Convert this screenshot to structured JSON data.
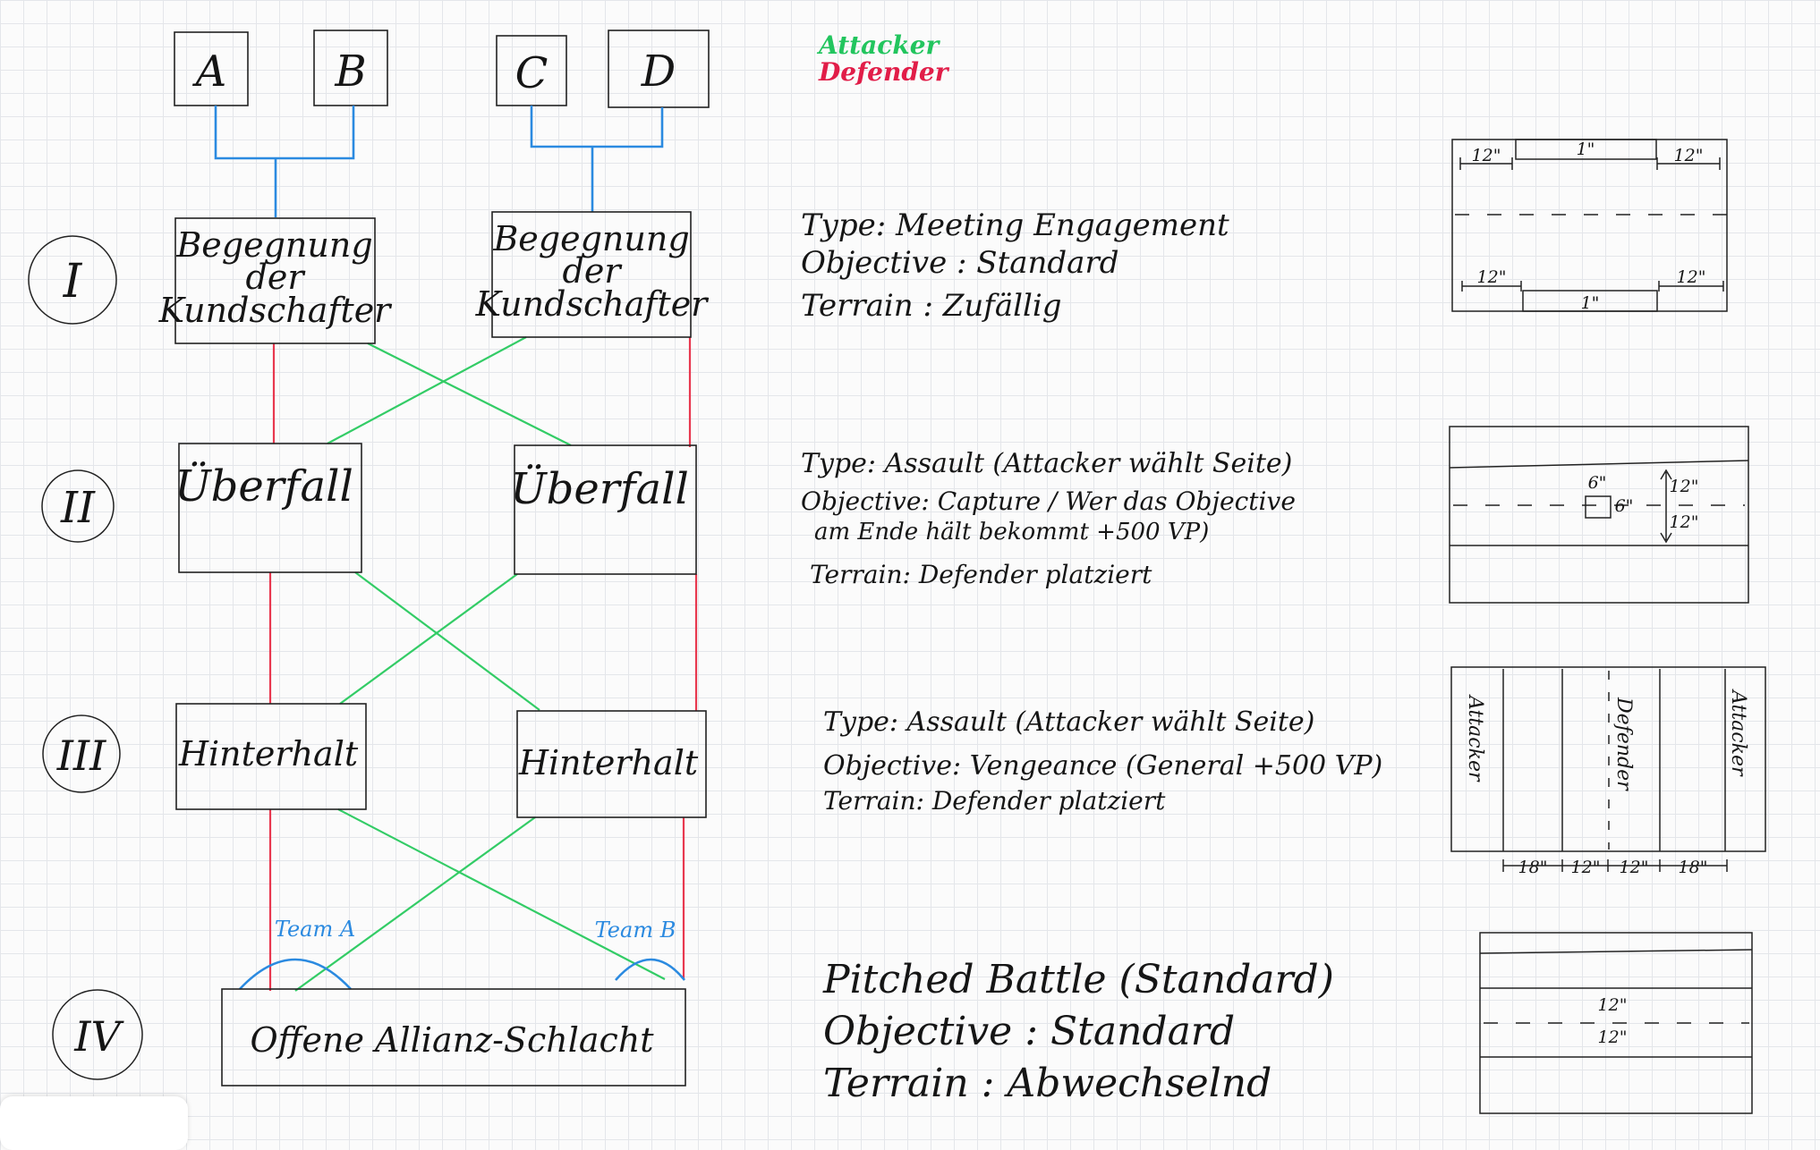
{
  "teams": [
    "A",
    "B",
    "C",
    "D"
  ],
  "legend": {
    "attacker": "Attacker",
    "defender": "Defender",
    "attacker_color": "#22c55e",
    "defender_color": "#e11d48"
  },
  "rounds": [
    {
      "numeral": "I",
      "left": [
        "Begegnung",
        "der",
        "Kundschafter"
      ],
      "right": [
        "Begegnung",
        "der",
        "Kundschafter"
      ],
      "notes": [
        "Type: Meeting Engagement",
        "Objective :  Standard",
        "Terrain : Zufällig"
      ]
    },
    {
      "numeral": "II",
      "left": [
        "Überfall"
      ],
      "right": [
        "Überfall"
      ],
      "notes": [
        "Type: Assault (Attacker wählt Seite)",
        "Objective: Capture / Wer das Objective",
        "am Ende hält bekommt  +500 VP)",
        "Terrain: Defender platziert"
      ]
    },
    {
      "numeral": "III",
      "left": [
        "Hinterhalt"
      ],
      "right": [
        "Hinterhalt"
      ],
      "notes": [
        "Type: Assault (Attacker wählt Seite)",
        "Objective: Vengeance (General +500 VP)",
        "Terrain: Defender platziert"
      ]
    },
    {
      "numeral": "IV",
      "final": "Offene Allianz-Schlacht",
      "notes": [
        "Pitched Battle (Standard)",
        "Objective : Standard",
        "Terrain  : Abwechselnd"
      ]
    }
  ],
  "team_labels": [
    "Team A",
    "Team B"
  ],
  "maps": {
    "m1": {
      "top_zone": "1\"",
      "bottom_zone": "1\"",
      "left_dim": "12\"",
      "right_dim": "12\""
    },
    "m2": {
      "dist": "6\"",
      "dist2": "6\"",
      "up": "12\"",
      "down": "12\""
    },
    "m3": {
      "zones": [
        "Attacker",
        "Defender",
        "Attacker"
      ],
      "dims": [
        "18\"",
        "12\"",
        "12\"",
        "18\""
      ]
    },
    "m4": {
      "top": "12\"",
      "bottom": "12\""
    }
  }
}
